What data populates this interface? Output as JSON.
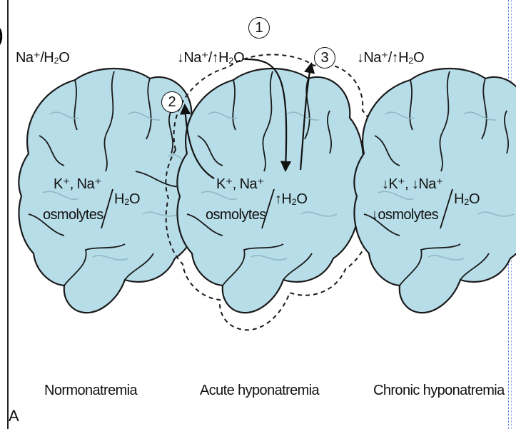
{
  "top_labels": {
    "normo": "Na⁺/H₂O",
    "acute": "↓Na⁺/↑H₂O",
    "chronic": "↓Na⁺/↑H₂O"
  },
  "inside": {
    "normo_line1": "K⁺, Na⁺",
    "normo_line2": "osmolytes",
    "normo_h2o": "H₂O",
    "acute_line1": "K⁺, Na⁺",
    "acute_line2": "osmolytes",
    "acute_h2o": "↑H₂O",
    "chronic_line1": "↓K⁺, ↓Na⁺",
    "chronic_line2": "↓osmolytes",
    "chronic_h2o": "H₂O"
  },
  "steps": [
    "1",
    "2",
    "3"
  ],
  "captions": {
    "normo": "Normonatremia",
    "acute": "Acute hyponatremia",
    "chronic": "Chronic hyponatremia"
  },
  "panel_letter": "A",
  "colors": {
    "brain_fill": "#b7dde8",
    "outline": "#1a1a1a",
    "fold_light": "#8fb9c6"
  },
  "icons": [
    "brain-icon",
    "arrow-icon",
    "dashed-swelling-outline"
  ]
}
